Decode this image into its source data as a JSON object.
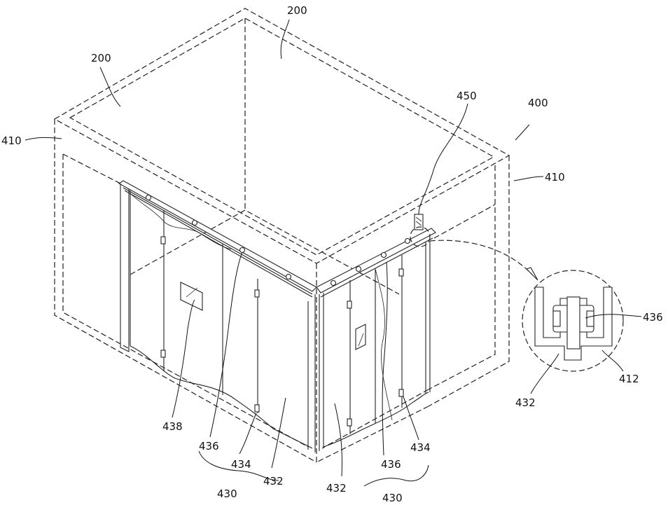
{
  "figure": {
    "assembly_label": "400",
    "labels": {
      "space_left": "200",
      "space_top": "200",
      "wall_left": "410",
      "wall_right": "410",
      "sensor": "450",
      "inset_roller": "436",
      "inset_rail": "412",
      "inset_panel": "432",
      "hinge_left": "436",
      "panel_left": "432",
      "latch_left": "434",
      "window": "438",
      "group_left": "430",
      "panel_right": "432",
      "hinge_right": "436",
      "latch_right": "434",
      "group_right": "430"
    }
  }
}
